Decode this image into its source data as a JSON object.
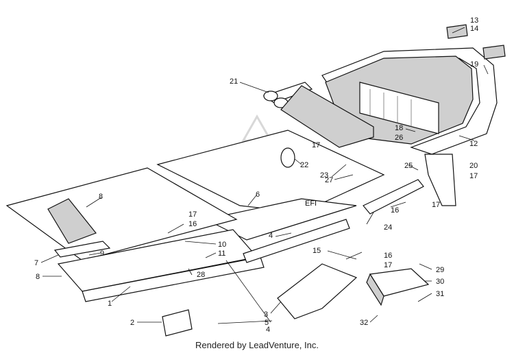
{
  "diagram": {
    "callouts": [
      "1",
      "2",
      "3",
      "4",
      "4",
      "5",
      "6",
      "7",
      "8",
      "8",
      "9",
      "10",
      "11",
      "12",
      "13",
      "14",
      "15",
      "16",
      "16",
      "16",
      "17",
      "17",
      "17",
      "17",
      "17",
      "18",
      "19",
      "20",
      "21",
      "22",
      "23",
      "24",
      "25",
      "26",
      "27",
      "28",
      "29",
      "30",
      "31",
      "32"
    ],
    "part_label": "EFI",
    "footer": "Rendered by LeadVenture, Inc."
  }
}
